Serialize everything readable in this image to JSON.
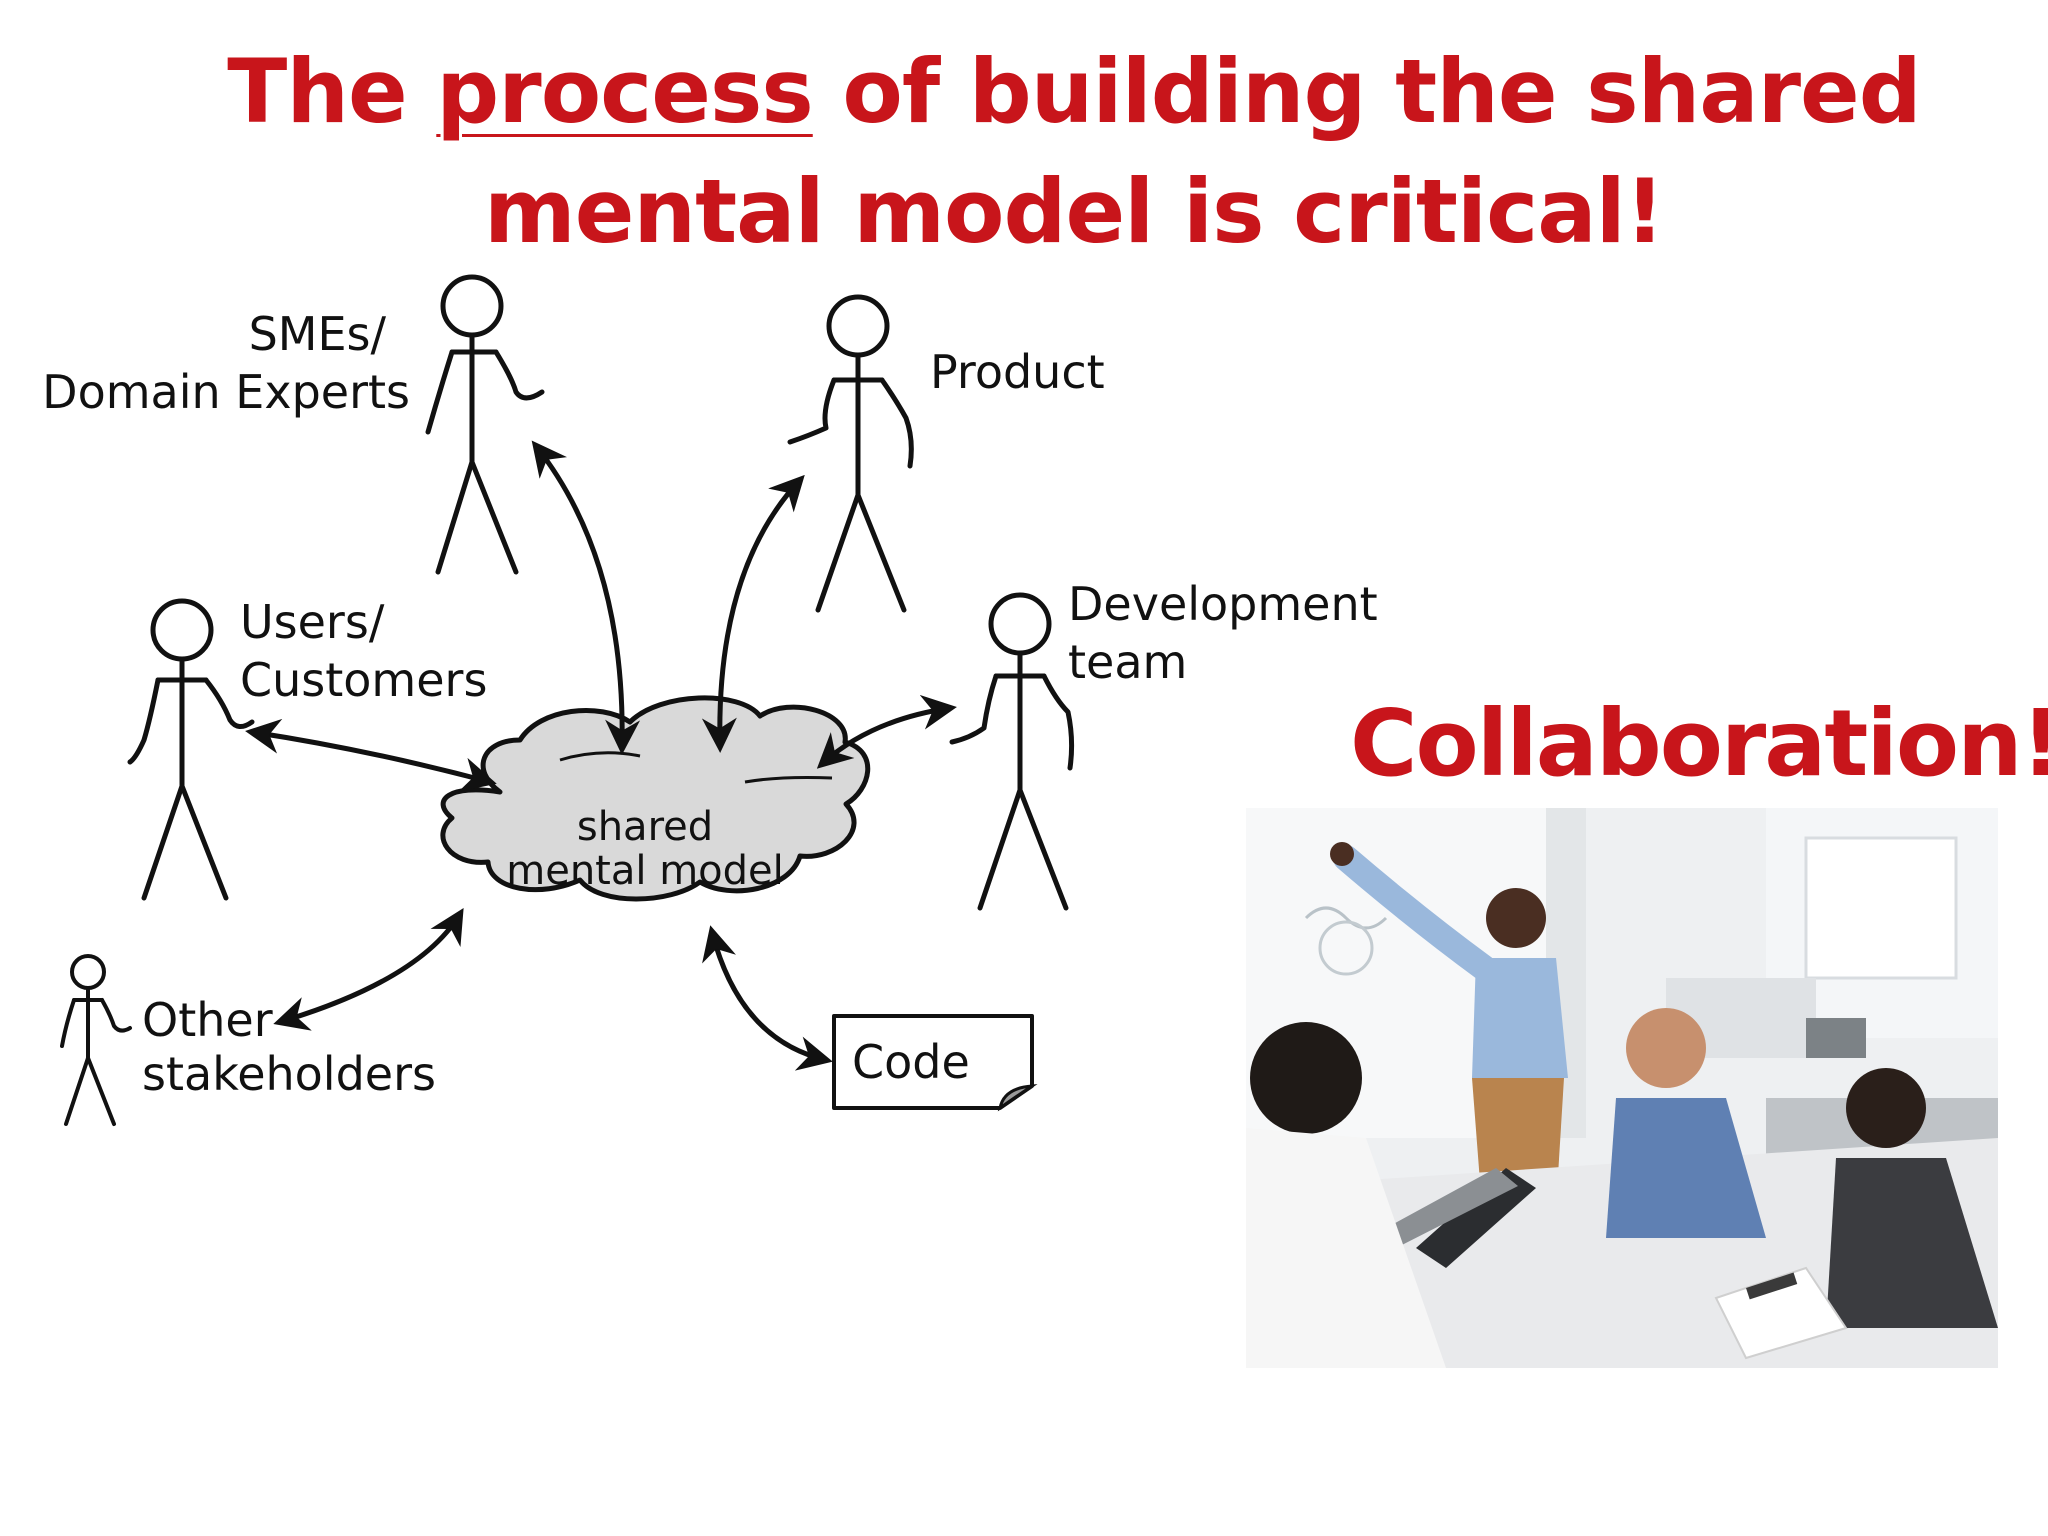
{
  "title": {
    "line1_pre": "The",
    "line1_underlined": "process",
    "line1_post": "of building the shared",
    "line2": "mental model is critical!"
  },
  "diagram": {
    "nodes": {
      "smes": [
        "SMEs/",
        "Domain Experts"
      ],
      "product": [
        "Product"
      ],
      "users": [
        "Users/",
        "Customers"
      ],
      "dev": [
        "Development",
        "team"
      ],
      "other": [
        "Other",
        "stakeholders"
      ],
      "cloud": [
        "shared",
        "mental model"
      ],
      "code": [
        "Code"
      ]
    }
  },
  "collaboration": {
    "title": "Collaboration!"
  },
  "colors": {
    "accent_red": "#c8151b",
    "cloud_fill": "#d9d9d9",
    "ink": "#111111"
  }
}
